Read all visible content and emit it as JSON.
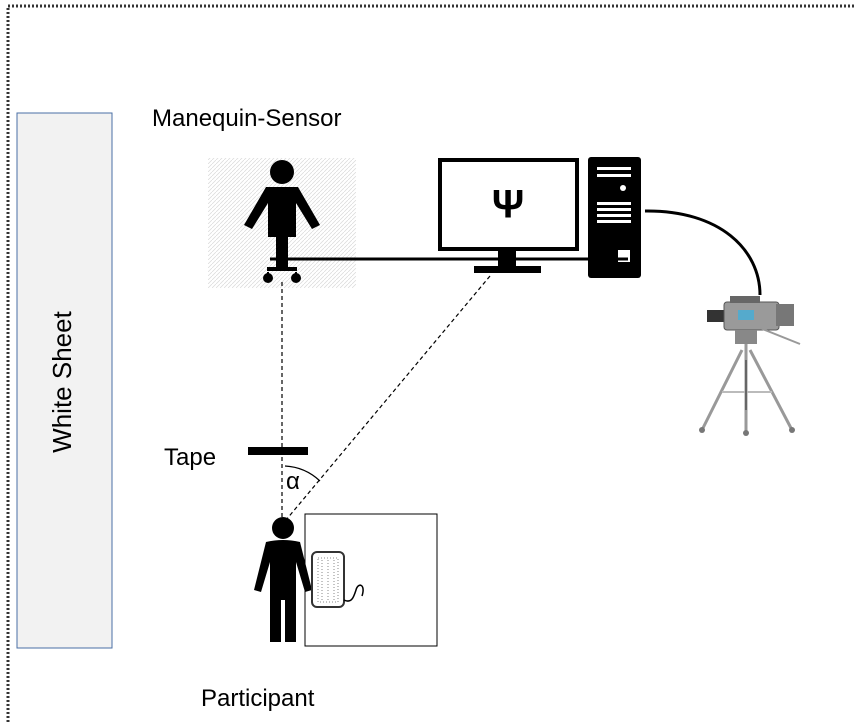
{
  "labels": {
    "white_sheet": "White Sheet",
    "manequin": "Manequin-Sensor",
    "tape": "Tape",
    "angle": "α",
    "participant": "Participant",
    "monitor_symbol": "Ψ"
  },
  "colors": {
    "frame_border": "#333333",
    "sheet_fill": "#f2f2f2",
    "sheet_border": "#4a6fa5",
    "ink": "#000000",
    "camera_accent": "#55aacc"
  },
  "icons": [
    "mannequin-sensor-icon",
    "monitor-icon",
    "computer-tower-icon",
    "video-camera-tripod-icon",
    "participant-icon",
    "keypad-icon"
  ]
}
